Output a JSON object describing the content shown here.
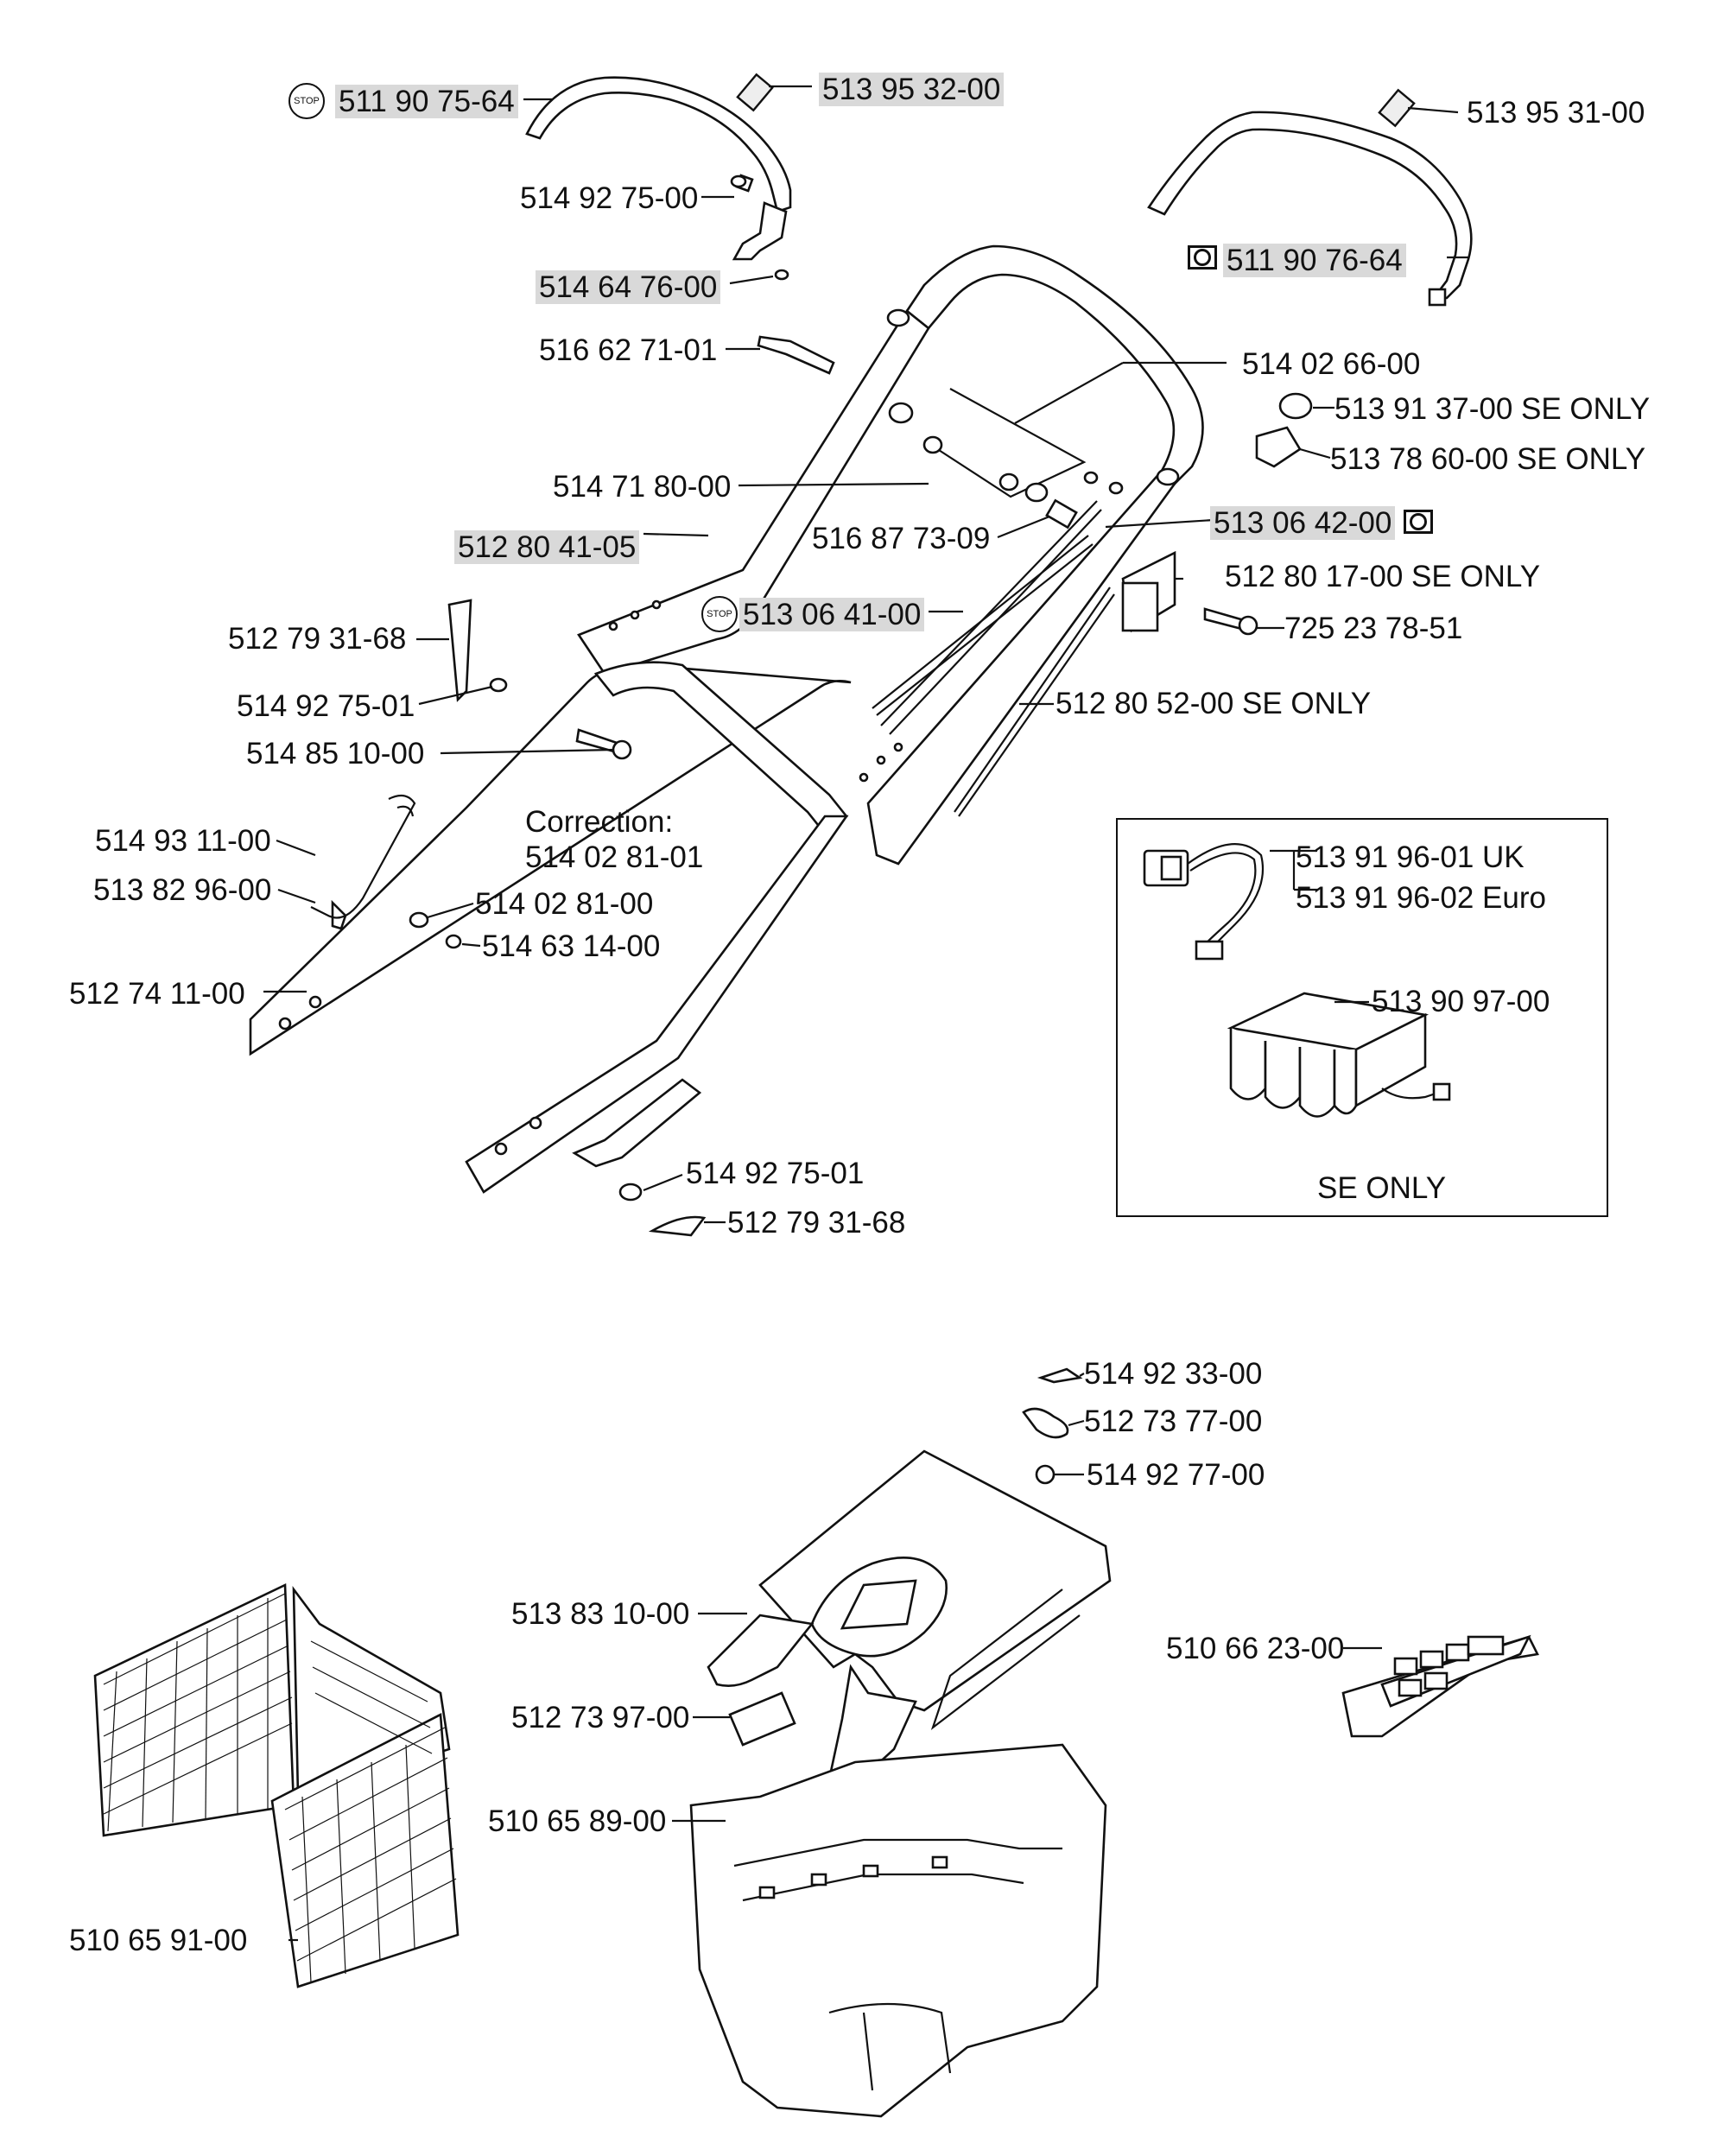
{
  "labels": {
    "p511907564": "511 90 75-64",
    "p513953200": "513 95 32-00",
    "p513953100": "513 95 31-00",
    "p514927500": "514 92 75-00",
    "p511907664": "511 90 76-64",
    "p514647600": "514 64 76-00",
    "p516627101": "516 62 71-01",
    "p514026600": "514 02 66-00",
    "p513913700": "513 91 37-00 SE ONLY",
    "p513786000": "513 78 60-00 SE ONLY",
    "p514718000": "514 71 80-00",
    "p516877309": "516 87 73-09",
    "p513064200": "513 06 42-00",
    "p512804105": "512 80 41-05",
    "p512801700": "512 80 17-00 SE ONLY",
    "p513064100": "513 06 41-00",
    "p725237851": "725 23 78-51",
    "p512793168a": "512 79 31-68",
    "p514927501a": "514 92 75-01",
    "p512805200": "512 80 52-00 SE ONLY",
    "p514851000": "514 85 10-00",
    "correction_title": "Correction:",
    "correction_part": "514 02 81-01",
    "p514931100": "514 93 11-00",
    "p513829600": "513 82 96-00",
    "p514028100": "514 02 81-00",
    "p514631400": "514 63 14-00",
    "p512741100": "512 74 11-00",
    "p514927501b": "514 92 75-01",
    "p512793168b": "512 79 31-68",
    "p513919601": "513 91 96-01 UK",
    "p513919602": "513 91 96-02 Euro",
    "p513909700": "513 90 97-00",
    "se_only": "SE ONLY",
    "p514923300": "514 92 33-00",
    "p512737700": "512 73 77-00",
    "p514927700": "514 92 77-00",
    "p513831000": "513 83 10-00",
    "p510662300": "510 66 23-00",
    "p512739700": "512 73 97-00",
    "p510658900": "510 65 89-00",
    "p510659100": "510 65 91-00"
  },
  "icons": {
    "stop_text": "STOP"
  }
}
